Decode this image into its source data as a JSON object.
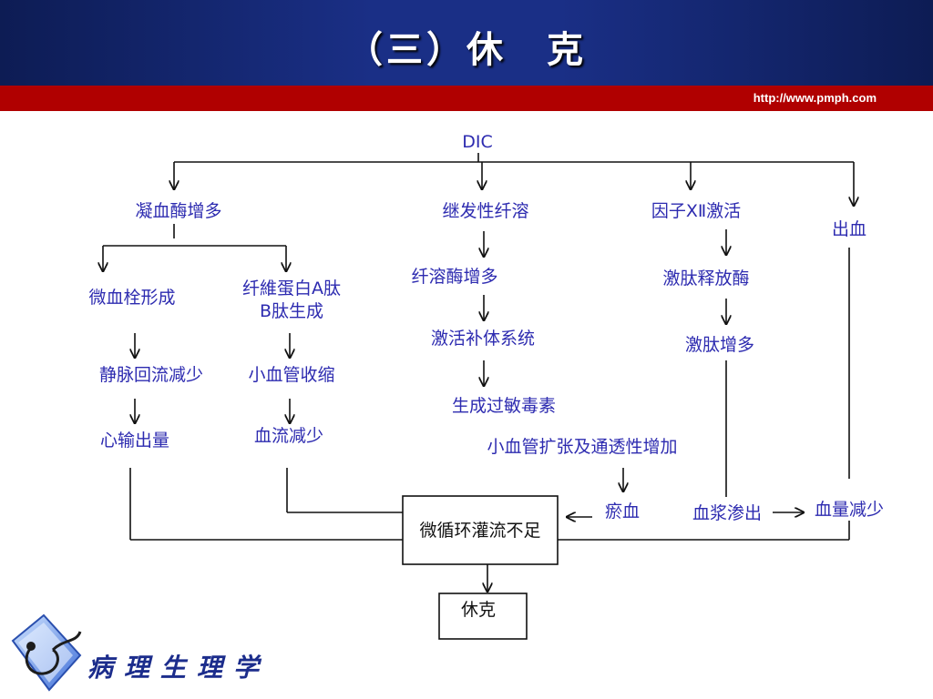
{
  "header": {
    "title": "（三）休　克",
    "url": "http://www.pmph.com"
  },
  "diagram": {
    "dic": "DIC",
    "coag": "凝血酶增多",
    "micro_thrombus": "微血栓形成",
    "fibrin_line1": "纤維蛋白A肽",
    "fibrin_line2": "B肽生成",
    "venous_return": "静脉回流减少",
    "cardiac_output": "心输出量",
    "vessel_constrict": "小血管收缩",
    "blood_flow": "血流减少",
    "secondary_fibrinolysis": "继发性纤溶",
    "plasmin": "纤溶酶增多",
    "complement": "激活补体系统",
    "anaphylatoxin": "生成过敏毒素",
    "dilation": "小血管扩张及通透性增加",
    "stasis": "瘀血",
    "factor12": "因子ⅩⅡ激活",
    "kininogenase": "激肽释放酶",
    "kinin": "激肽增多",
    "plasma_leak": "血浆渗出",
    "bleeding": "出血",
    "volume_loss": "血量减少",
    "micro_insuff": "微循环灌流不足",
    "shock": "休克"
  },
  "footer": {
    "text": "病理生理学"
  },
  "colors": {
    "header_blue": "#1a2f86",
    "red_bar": "#b00000",
    "node_text": "#2d2bb0"
  }
}
